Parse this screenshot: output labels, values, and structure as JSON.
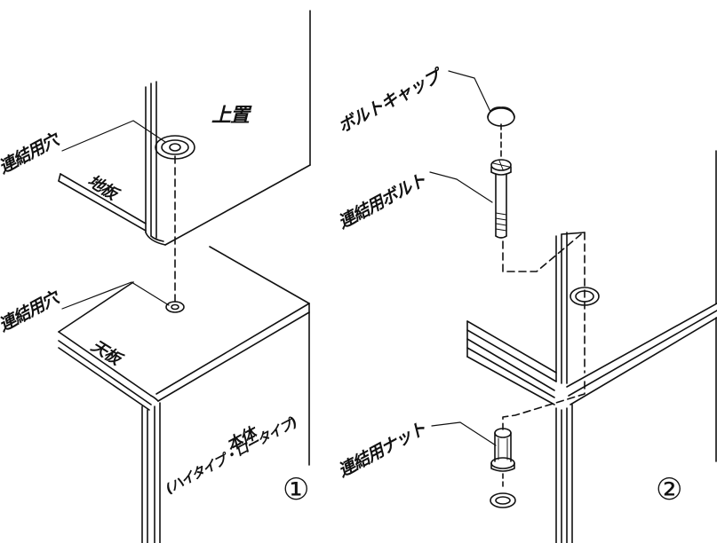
{
  "labels": {
    "upper_unit": "上置",
    "floor_board": "地板",
    "top_board": "天板",
    "connect_hole_upper": "連結用穴",
    "connect_hole_lower": "連結用穴",
    "bolt_cap": "ボルトキャップ",
    "connect_bolt": "連結用ボルト",
    "connect_nut": "連結用ナット",
    "body": "本体",
    "body_type": "(ハイタイプ・ロータイプ)"
  },
  "step_numbers": {
    "step1": "①",
    "step2": "②"
  },
  "colors": {
    "line": "#111111",
    "background": "#ffffff"
  }
}
